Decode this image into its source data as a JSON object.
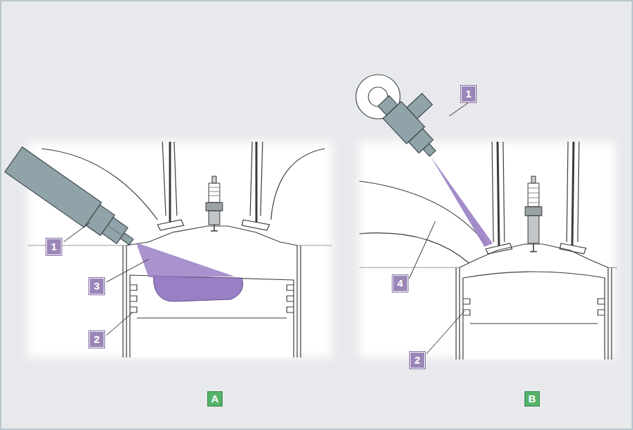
{
  "diagram": {
    "labels": [
      "1",
      "3",
      "2",
      "1",
      "4",
      "2",
      "A",
      "B"
    ]
  }
}
